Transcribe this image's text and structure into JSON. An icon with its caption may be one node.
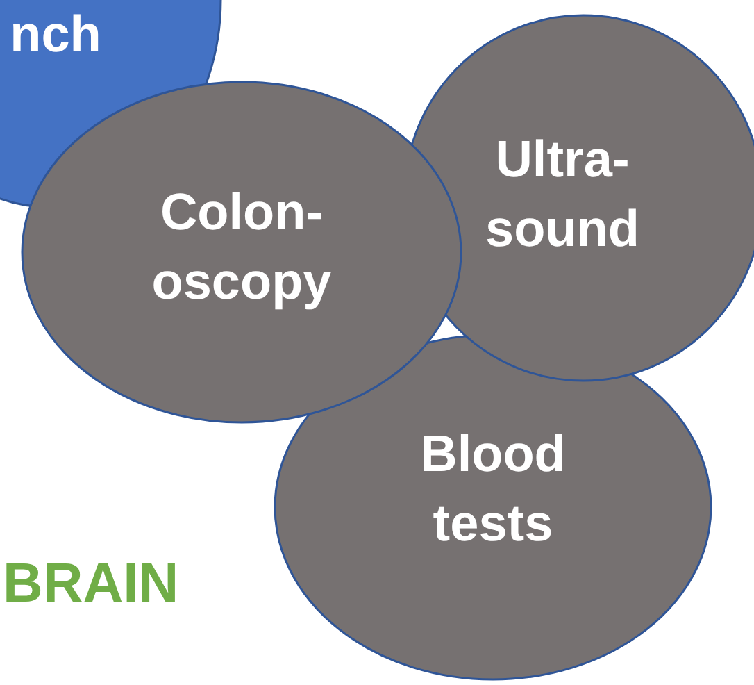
{
  "diagram": {
    "nodes": [
      {
        "text": [
          "nch"
        ]
      },
      {
        "text": [
          "Colon- oscopy"
        ]
      },
      {
        "text": [
          "Ultra- sound"
        ]
      },
      {
        "text": [
          "Blood tests"
        ]
      }
    ],
    "labels": [
      "BRAIN"
    ]
  }
}
